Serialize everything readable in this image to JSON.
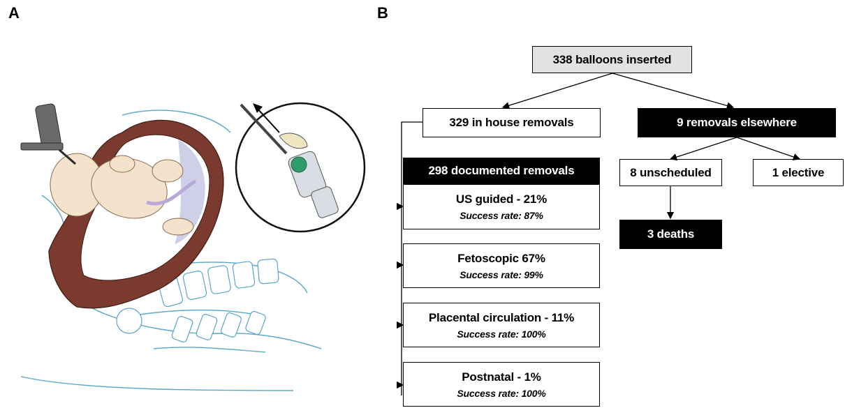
{
  "panels": {
    "a": "A",
    "b": "B"
  },
  "flowchart": {
    "top": "338 balloons inserted",
    "in_house": "329 in house removals",
    "elsewhere": "9 removals elsewhere",
    "documented": "298 documented removals",
    "unscheduled": "8 unscheduled",
    "elective": "1 elective",
    "deaths": "3 deaths",
    "methods": [
      {
        "label": "US guided - 21%",
        "success": "Success rate: 87%"
      },
      {
        "label": "Fetoscopic 67%",
        "success": "Success rate: 99%"
      },
      {
        "label": "Placental circulation - 11%",
        "success": "Success rate: 100%"
      },
      {
        "label": "Postnatal - 1%",
        "success": "Success rate: 100%"
      }
    ]
  },
  "colors": {
    "uterus": "#7a3b2e",
    "uterus_light": "#a0574a",
    "skin": "#f3e3cc",
    "outline": "#5aa6c8",
    "box_grey": "#e2e2e2"
  }
}
